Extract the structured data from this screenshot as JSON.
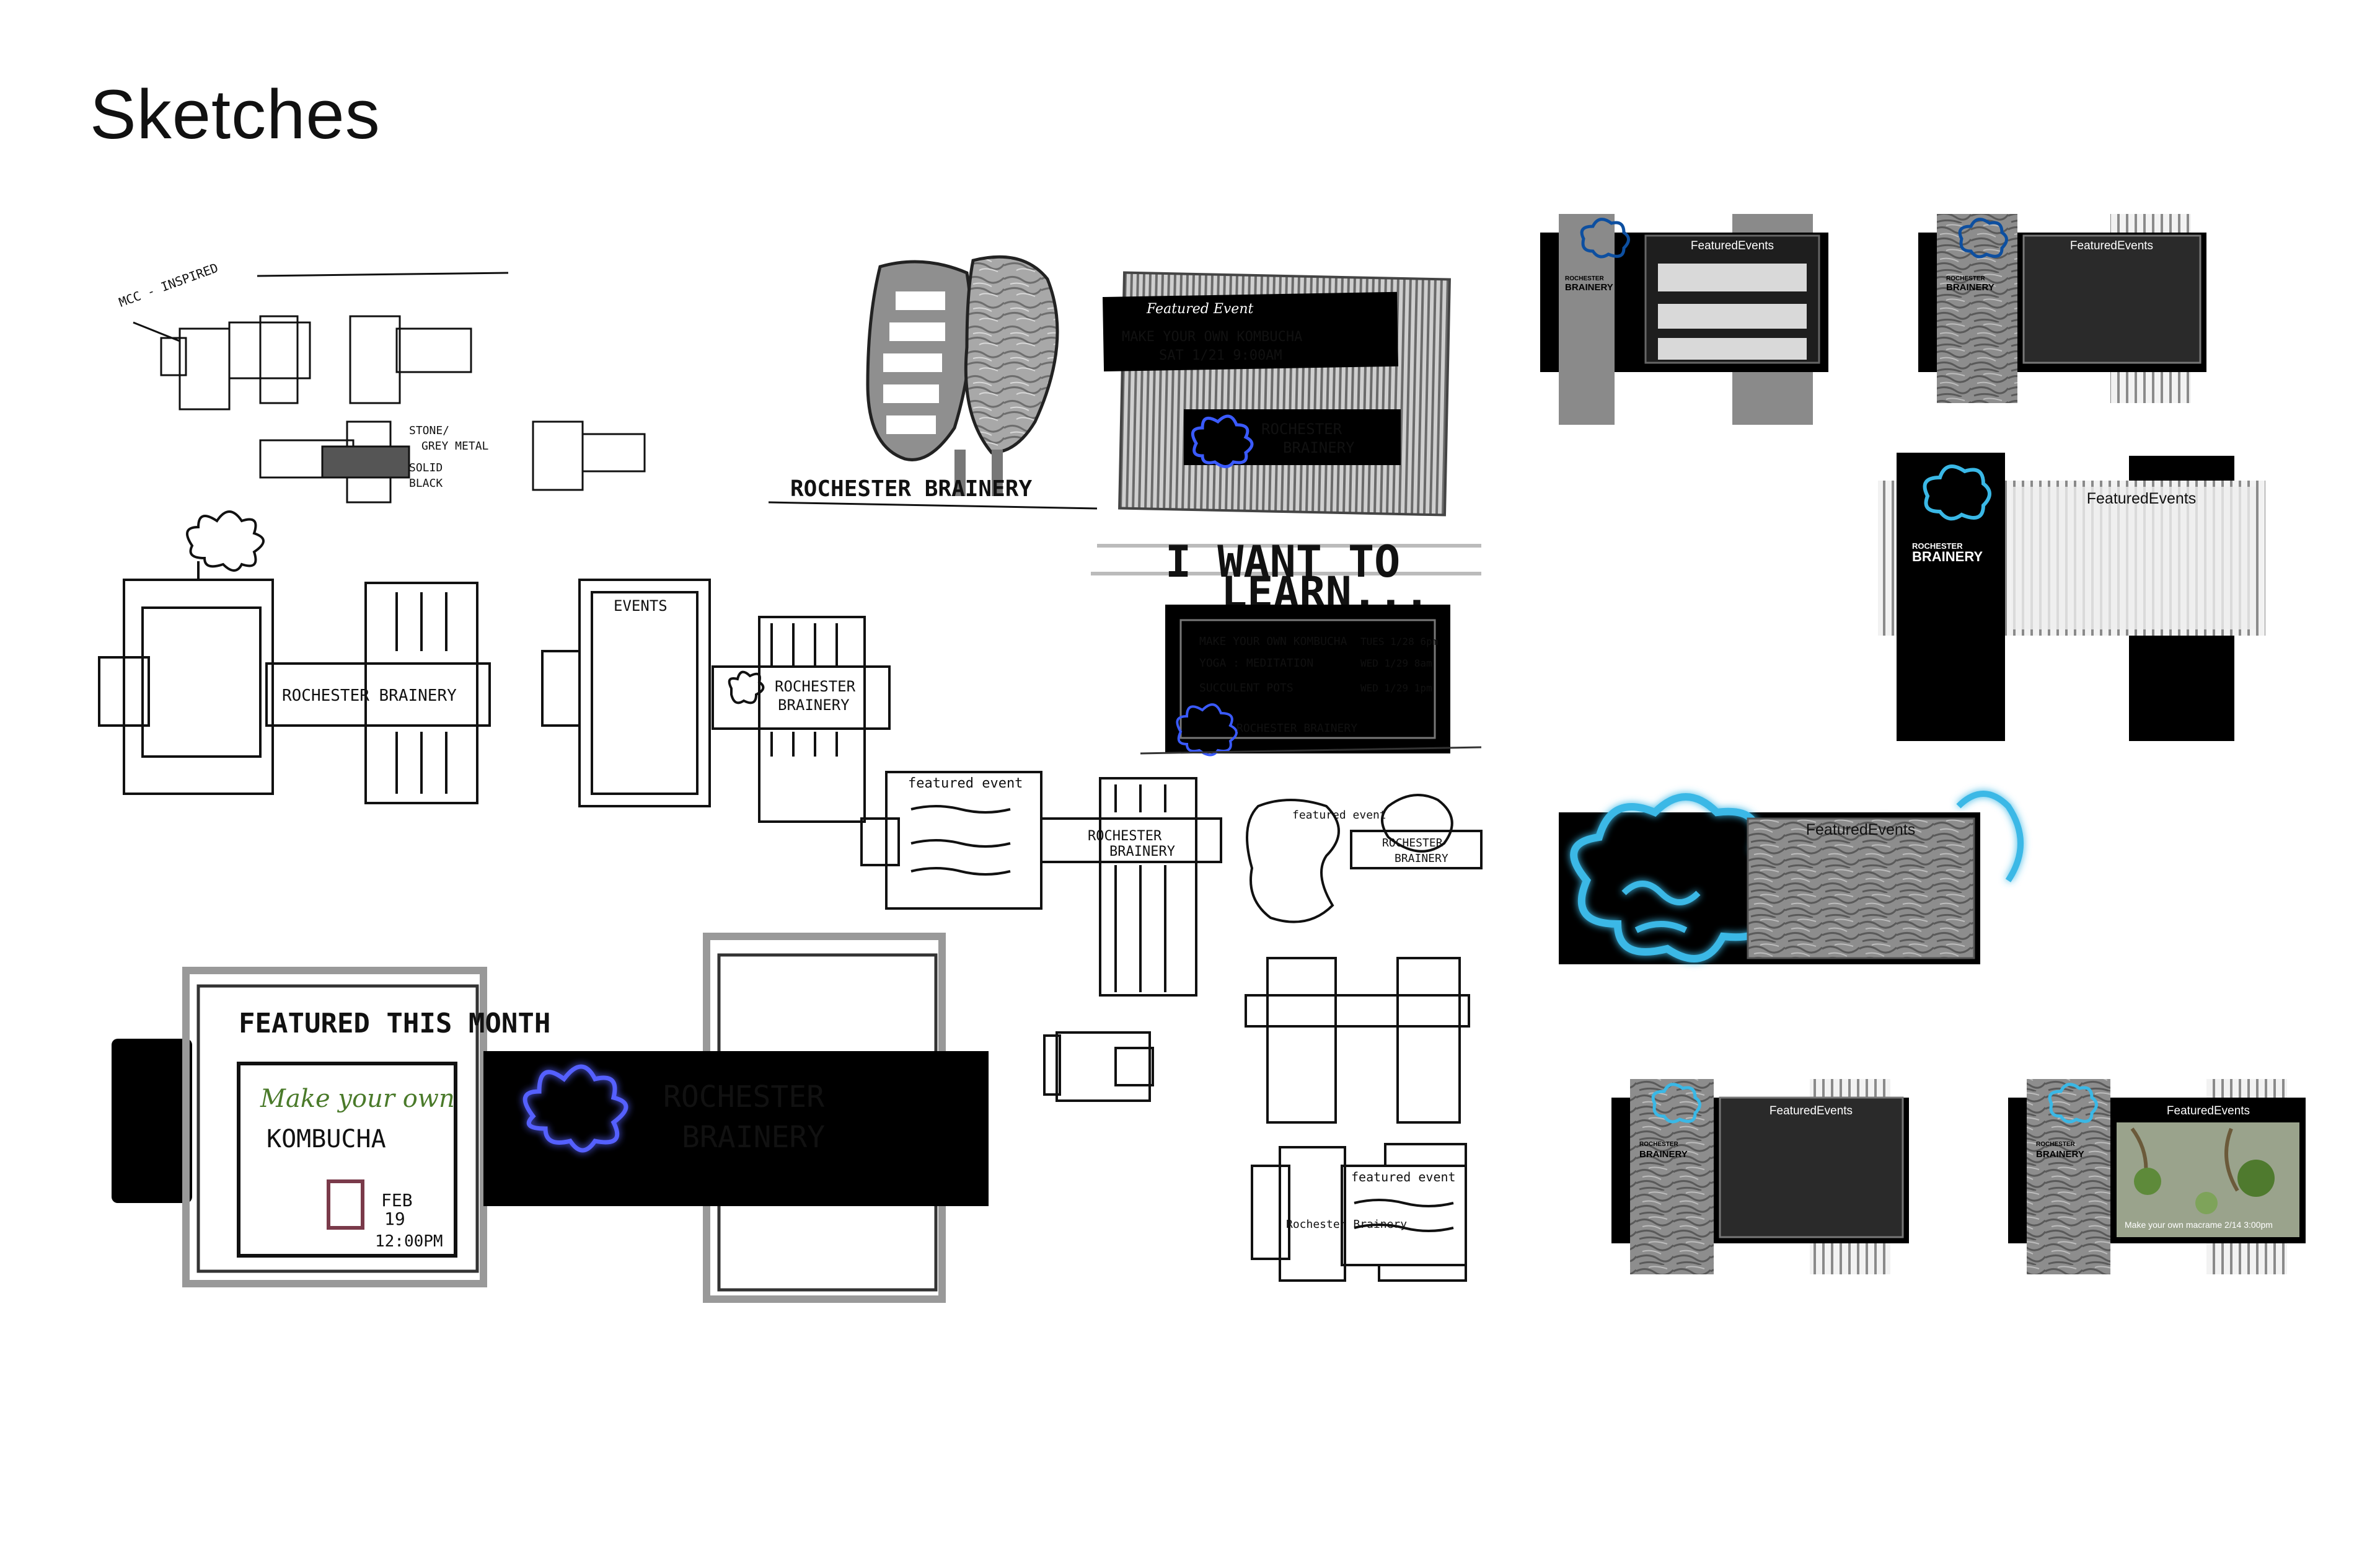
{
  "page": {
    "title": "Sketches"
  },
  "sketches": {
    "mcc_note": "MCC - INSPIRED",
    "rochester_brainery": "ROCHESTER BRAINERY",
    "rochester_brainery_lc": "Rochester Brainery",
    "stone_label": "STONE/ GREY METAL",
    "solid_black": "SOLID BLACK",
    "events": "EVENTS",
    "featured_event": "featured event",
    "featured_event_cap": "Featured Event",
    "kombucha_line1": "MAKE YOUR OWN KOMBUCHA",
    "kombucha_line2": "SAT 1/21  9:00AM",
    "i_want_to": "I WANT TO",
    "learn": "LEARN...",
    "events_list": [
      {
        "name": "MAKE YOUR OWN KOMBUCHA",
        "when": "TUES 1/28 6pm"
      },
      {
        "name": "YOGA : MEDITATION",
        "when": "WED 1/29 8am"
      },
      {
        "name": "SUCCULENT POTS",
        "when": "WED 1/29 1pm"
      }
    ],
    "featured_this_month": "FEATURED THIS MONTH",
    "make_your_own": "Make your own",
    "kombucha": "KOMBUCHA",
    "date_feb": "FEB",
    "date_day": "19",
    "date_time": "12:00PM",
    "rochester": "ROCHESTER",
    "brainery": "BRAINERY"
  },
  "renders": {
    "featured_events": "FeaturedEvents",
    "logo_top": "ROCHESTER",
    "logo_bottom": "BRAINERY",
    "macrame_caption": "Make your own macrame 2/14 3:00pm"
  },
  "colors": {
    "neon_blue": "#3ab8e6",
    "panel_black": "#000000",
    "panel_gray": "#8a8a8a",
    "accent_green": "#4a7a2a",
    "accent_maroon": "#7a3a4a"
  }
}
